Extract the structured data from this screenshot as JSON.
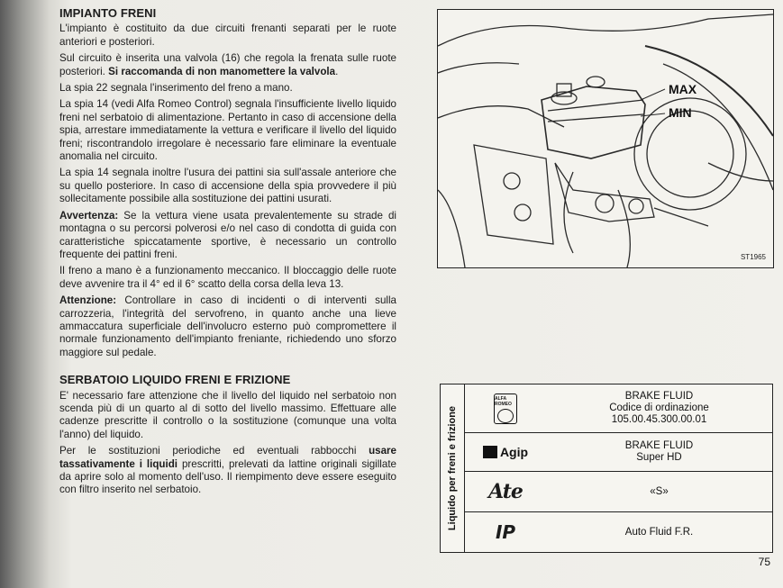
{
  "section1": {
    "title": "IMPIANTO FRENI",
    "p1": "L'impianto è costituito da due circuiti frenanti separati per le ruote anteriori e posteriori.",
    "p2a": "Sul circuito è inserita una valvola (16) che regola la frenata sulle ruote posteriori.",
    "p2b": "Si raccomanda di non manomettere la valvola",
    "p2c": ".",
    "p3": "La spia 22 segnala l'inserimento del freno a mano.",
    "p4": "La spia 14 (vedi Alfa Romeo Control) segnala l'insufficiente livello liquido freni nel serbatoio di alimentazione. Pertanto in caso di accensione della spia, arrestare immediatamente la vettura e verificare il livello del liquido freni; riscontrandolo irregolare è necessario fare eliminare la eventuale anomalia nel circuito.",
    "p5": "La spia 14 segnala inoltre l'usura dei pattini sia sull'assale anteriore che su quello posteriore. In caso di accensione della spia provvedere il più sollecitamente possibile alla sostituzione dei pattini usurati.",
    "p6_label": "Avvertenza:",
    "p6_text": " Se la vettura viene usata prevalentemente su strade di montagna o su percorsi polverosi e/o nel caso di condotta di guida con caratteristiche spiccatamente sportive, è necessario un controllo frequente dei pattini freni.",
    "p7": "Il freno a mano è a funzionamento meccanico. Il bloccaggio delle ruote deve avvenire tra il 4° ed il 6° scatto della corsa della leva 13.",
    "p8_label": "Attenzione:",
    "p8_text": " Controllare in caso di incidenti o di interventi sulla carrozzeria, l'integrità del servofreno, in quanto anche una lieve ammaccatura superficiale dell'involucro esterno può compromettere il normale funzionamento dell'impianto freniante, richiedendo uno sforzo maggiore sul pedale."
  },
  "section2": {
    "title": "SERBATOIO LIQUIDO FRENI E FRIZIONE",
    "p1": "E' necessario fare attenzione che il livello del liquido nel serbatoio non scenda più di un quarto al di sotto del livello massimo. Effettuare alle cadenze prescritte il controllo o la sostituzione (comunque una volta l'anno) del liquido.",
    "p2a": "Per le sostituzioni periodiche ed eventuali rabbocchi ",
    "p2b": "usare tassativamente i liquidi",
    "p2c": " prescritti, prelevati da lattine originali sigillate da aprire solo al momento dell'uso. Il riempimento deve essere eseguito con filtro inserito nel serbatoio."
  },
  "figure": {
    "max_label": "MAX",
    "min_label": "MIN",
    "code": "ST1965"
  },
  "fluid_table": {
    "side_label": "Liquido per freni e frizione",
    "rows": [
      {
        "brand": "ALFA ROMEO",
        "line1": "BRAKE FLUID",
        "line2": "Codice di ordinazione",
        "line3": "105.00.45.300.00.01"
      },
      {
        "brand": "Agip",
        "line1": "BRAKE FLUID",
        "line2": "Super HD",
        "line3": ""
      },
      {
        "brand": "Ate",
        "line1": "«S»",
        "line2": "",
        "line3": ""
      },
      {
        "brand": "IP",
        "line1": "Auto Fluid F.R.",
        "line2": "",
        "line3": ""
      }
    ]
  },
  "page_number": "75"
}
